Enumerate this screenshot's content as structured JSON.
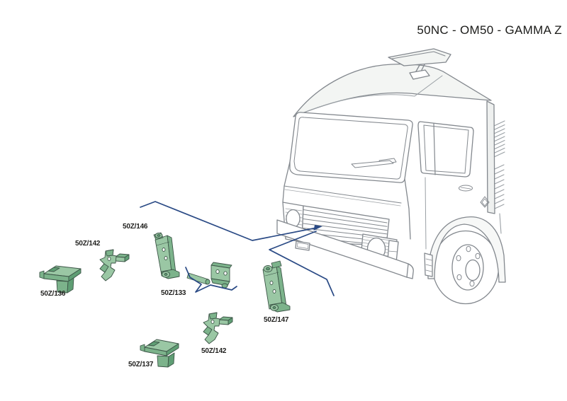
{
  "header": {
    "title": "50NC - OM50 - GAMMA Z"
  },
  "figure": {
    "type": "exploded-parts-diagram",
    "illustration_subject": "cab-over truck, front three-quarter line drawing",
    "parts": [
      {
        "label": "50Z/136"
      },
      {
        "label": "50Z/142"
      },
      {
        "label": "50Z/146"
      },
      {
        "label": "50Z/133"
      },
      {
        "label": "50Z/147"
      },
      {
        "label": "50Z/142"
      },
      {
        "label": "50Z/137"
      }
    ],
    "colors": {
      "background": "#ffffff",
      "part_fill_light": "#9ac7a4",
      "part_fill_mid": "#7cb38b",
      "part_fill_dark": "#5f9e74",
      "part_outline": "#3c5547",
      "leader_line": "#2a4a85",
      "truck_line": "#83888e",
      "text": "#1f1f1d"
    }
  }
}
